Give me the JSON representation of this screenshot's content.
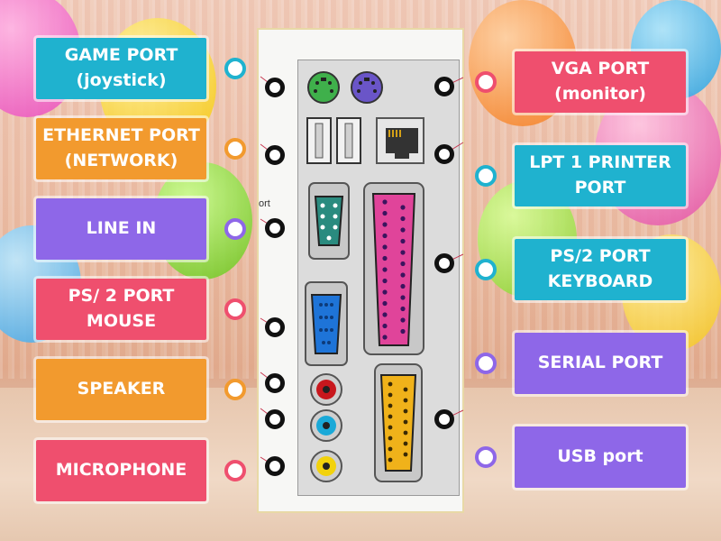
{
  "fragment_text": "ort",
  "labels_left": [
    {
      "text": "GAME PORT\n(joystick)",
      "color": "#1fb2cf"
    },
    {
      "text": "ETHERNET PORT\n(NETWORK)",
      "color": "#f29a2e"
    },
    {
      "text": "LINE IN",
      "color": "#8e67e8"
    },
    {
      "text": "PS/ 2 PORT\nMOUSE",
      "color": "#ef4f6e"
    },
    {
      "text": "SPEAKER",
      "color": "#f29a2e"
    },
    {
      "text": "MICROPHONE",
      "color": "#ef4f6e"
    }
  ],
  "labels_right": [
    {
      "text": "VGA PORT\n(monitor)",
      "color": "#ef4f6e"
    },
    {
      "text": "LPT 1 PRINTER\nPORT",
      "color": "#1fb2cf"
    },
    {
      "text": "PS/2 PORT\nKEYBOARD",
      "color": "#1fb2cf"
    },
    {
      "text": "SERIAL PORT",
      "color": "#8e67e8"
    },
    {
      "text": "USB port",
      "color": "#8e67e8"
    }
  ],
  "port_colors": {
    "ps2_mouse": "#3fb04b",
    "ps2_keyboard": "#6a55c8",
    "serial_db9": "#2a8b7f",
    "vga": "#1e74d8",
    "parallel": "#e0449a",
    "game_port": "#f0b21a",
    "audio_red": "#c8171d",
    "audio_blue": "#1aa9d8",
    "audio_yellow": "#f2d20c"
  }
}
